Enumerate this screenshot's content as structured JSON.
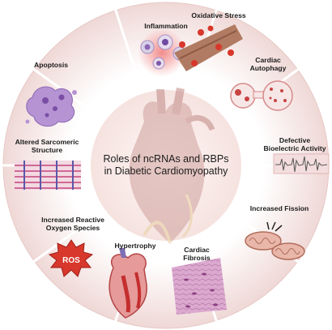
{
  "center": {
    "title": "Roles of ncRNAs and RBPs\nin Diabetic Cardiomyopathy"
  },
  "segments": [
    {
      "name": "inflammation",
      "label": "Inflammation",
      "icon": "inflammation-cells-icon"
    },
    {
      "name": "oxidative-stress",
      "label": "Oxidative Stress",
      "icon": "oxidative-stress-vessel-icon"
    },
    {
      "name": "cardiac-autophagy",
      "label": "Cardiac\nAutophagy",
      "icon": "autophagosome-icon"
    },
    {
      "name": "defective-bioelectric-activity",
      "label": "Defective\nBioelectric Activity",
      "icon": "ecg-trace-icon"
    },
    {
      "name": "increased-fission",
      "label": "Increased Fission",
      "icon": "mitochondria-fission-icon"
    },
    {
      "name": "cardiac-fibrosis",
      "label": "Cardiac\nFibrosis",
      "icon": "fibrotic-tissue-icon"
    },
    {
      "name": "hypertrophy",
      "label": "Hypertrophy",
      "icon": "hypertrophic-heart-icon"
    },
    {
      "name": "increased-ros",
      "label": "Increased Reactive\nOxygen Species",
      "icon": "ros-burst-icon",
      "badge": "ROS"
    },
    {
      "name": "altered-sarcomeric-structure",
      "label": "Altered Sarcomeric\nStructure",
      "icon": "sarcomere-icon"
    },
    {
      "name": "apoptosis",
      "label": "Apoptosis",
      "icon": "apoptotic-cell-icon"
    }
  ],
  "colors": {
    "ring_fill": "#f1dede",
    "ring_stroke": "#ffffff",
    "center_fill": "#fbf1ef",
    "heart": "#c9928e",
    "accent_red": "#d8372b"
  }
}
